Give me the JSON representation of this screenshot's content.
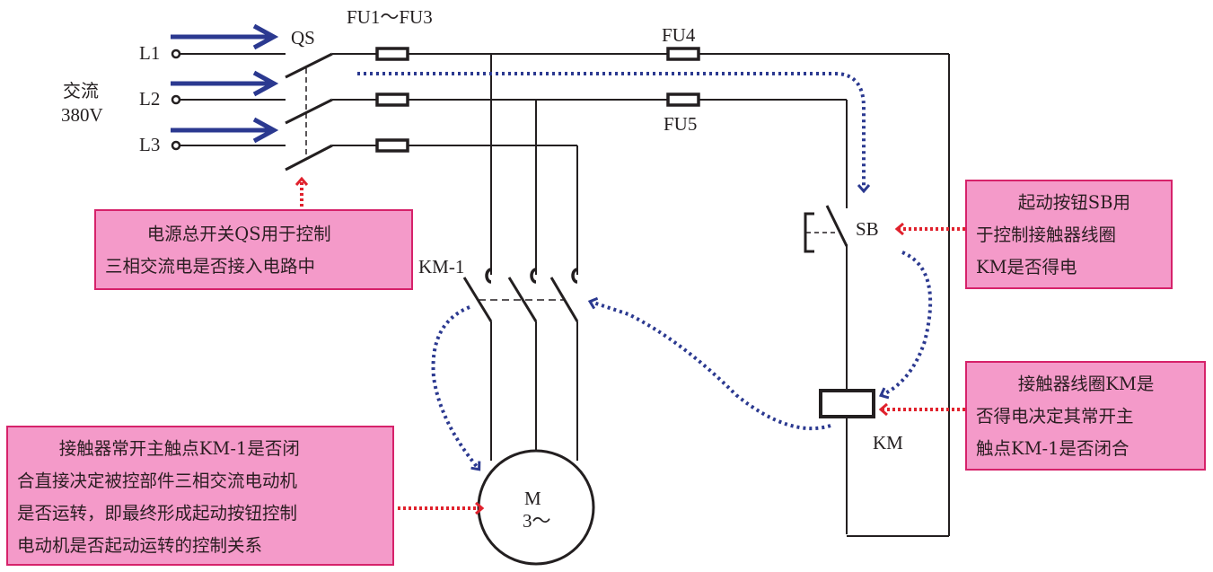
{
  "title": "起动按钮控制电动机起动运转的控制关系电路",
  "supply": {
    "label_line1": "交流",
    "label_line2": "380V",
    "phases": [
      "L1",
      "L2",
      "L3"
    ]
  },
  "components": {
    "main_switch": "QS",
    "main_fuses": "FU1～FU3",
    "control_fuse_top": "FU4",
    "control_fuse_bottom": "FU5",
    "contactor_contacts": "KM-1",
    "start_button": "SB",
    "contactor_coil": "KM",
    "motor_line1": "M",
    "motor_line2": "3～"
  },
  "notes": {
    "qs": {
      "lines": [
        "电源总开关QS用于控制",
        "三相交流电是否接入电路中"
      ]
    },
    "sb": {
      "lines": [
        "起动按钮SB用",
        "于控制接触器线圈",
        "KM是否得电"
      ]
    },
    "km": {
      "lines": [
        "接触器线圈KM是",
        "否得电决定其常开主",
        "触点KM-1是否闭合"
      ]
    },
    "motor": {
      "lines": [
        "接触器常开主触点KM-1是否闭",
        "合直接决定被控部件三相交流电动机",
        "是否运转，即最终形成起动按钮控制",
        "电动机是否起动运转的控制关系"
      ]
    }
  },
  "colors": {
    "wire": "#231f20",
    "flow_arrow": "#2b3990",
    "note_arrow": "#e0222d",
    "note_fill": "#f49ac9",
    "note_border": "#d6226a"
  }
}
